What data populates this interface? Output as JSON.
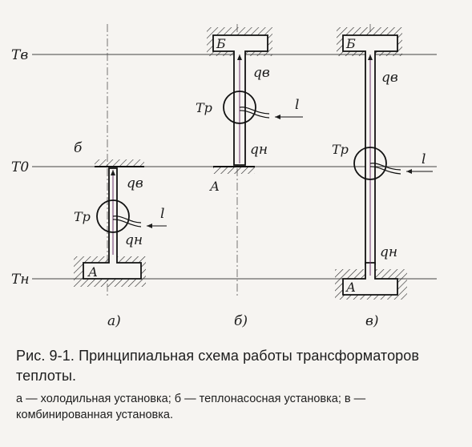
{
  "levels": {
    "tv": "Tв",
    "t0": "T0",
    "tn": "Tн"
  },
  "diagram_a": {
    "upper_reservoir": "б",
    "lower_reservoir": "А",
    "q_upper": "qв",
    "q_lower": "qн",
    "machine": "Тр",
    "work": "l",
    "sublabel": "а)"
  },
  "diagram_b": {
    "upper_reservoir": "Б",
    "lower_reservoir": "А",
    "q_upper": "qв",
    "q_lower": "qн",
    "machine": "Тр",
    "work": "l",
    "sublabel": "б)"
  },
  "diagram_c": {
    "upper_reservoir": "Б",
    "lower_reservoir": "А",
    "q_upper": "qв",
    "q_lower": "qн",
    "machine": "Тр",
    "work": "l",
    "sublabel": "в)"
  },
  "caption": {
    "title": "Рис. 9-1. Принципиальная схема работы транс­форматоров теплоты.",
    "legend": "а — холодильная установка; б — теплонасосная уста­новка; в — комбинированная установка."
  }
}
